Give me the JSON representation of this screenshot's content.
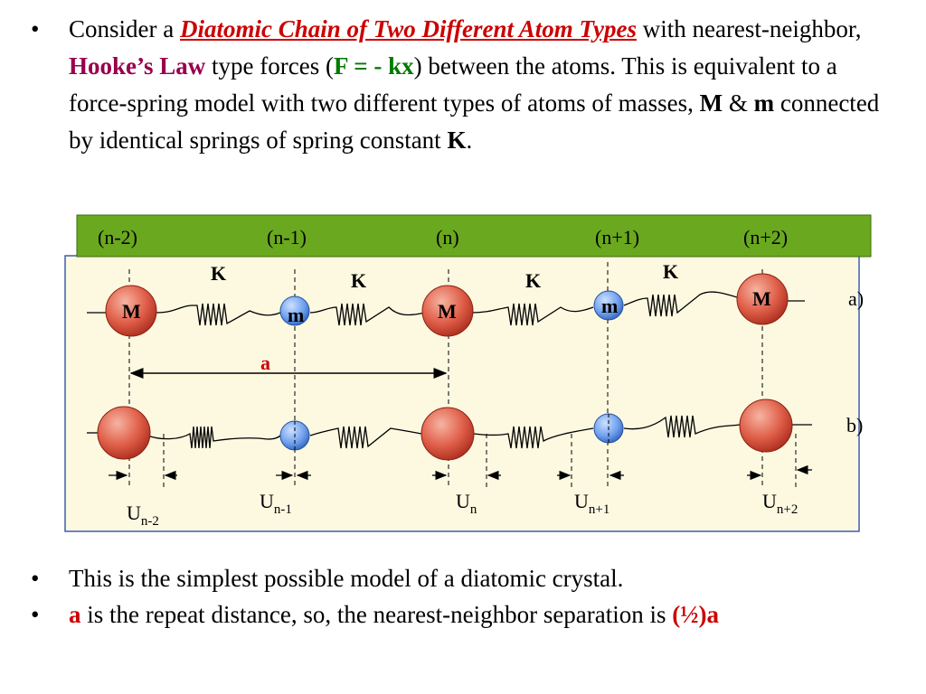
{
  "bullets_top": [
    {
      "consider": "Consider a ",
      "title": "Diatomic Chain of Two Different Atom Types",
      "with_nn": " with nearest-neighbor, ",
      "hooke": "Hooke’s Law",
      "type_forces": " type forces (",
      "formula": "F = - kx",
      "rest1": ") between the atoms. This is equivalent to a force-spring model with two different types of atoms of masses, ",
      "M": "M",
      "amp": " & ",
      "m": "m",
      "rest2": " connected by identical springs of spring constant ",
      "K": "K",
      "end": "."
    }
  ],
  "bullet_char": "•",
  "header_labels": [
    "(n-2)",
    "(n-1)",
    "(n)",
    "(n+1)",
    "(n+2)"
  ],
  "spring_label": "K",
  "atom_labels": [
    "M",
    "m",
    "M",
    "m",
    "M"
  ],
  "repeat_label": "a",
  "row_labels": {
    "a": "a)",
    "b": "b)"
  },
  "displacements": [
    {
      "main": "U",
      "sub": "n-2"
    },
    {
      "main": "U",
      "sub": "n-1"
    },
    {
      "main": "U",
      "sub": "n"
    },
    {
      "main": "U",
      "sub": "n+1"
    },
    {
      "main": "U",
      "sub": "n+2"
    }
  ],
  "bullets_bottom": [
    {
      "text": "This is the simplest possible model of a diatomic crystal."
    },
    {
      "a": "a",
      "text": " is the repeat distance, so, the nearest-neighbor separation is ",
      "half": "(½)a"
    }
  ],
  "colors": {
    "header_green": "#6aa81f",
    "panel_bg": "#fdf9e1",
    "big_atom": "#e0604a",
    "small_atom": "#6fa0ee",
    "accent_red": "#cc0000"
  }
}
